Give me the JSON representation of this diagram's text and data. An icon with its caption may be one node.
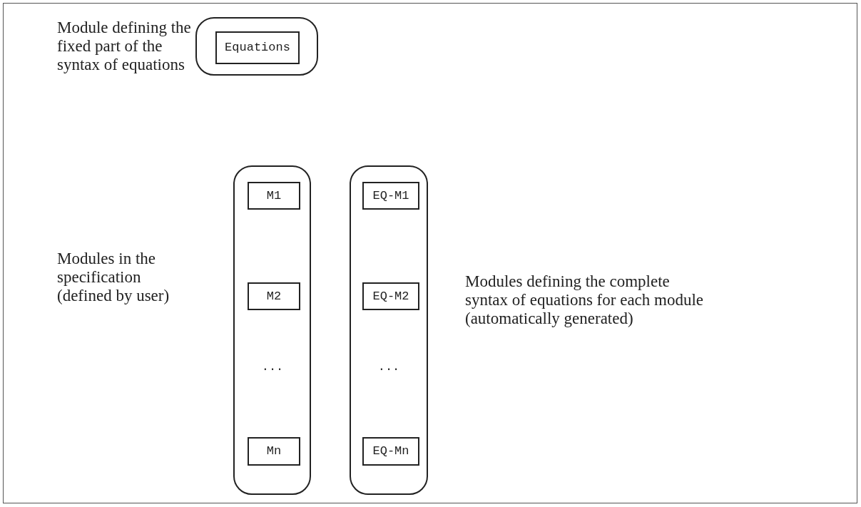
{
  "diagram": {
    "nodes": [
      {
        "text": [],
        "shape": "box"
      },
      {
        "text": [
          "Equations"
        ],
        "in": 0
      },
      {
        "text": [],
        "shape": "box"
      },
      {
        "text": [
          "M1"
        ],
        "in": 2
      },
      {
        "text": [
          "M2"
        ],
        "in": 2
      },
      {
        "text": [
          "Mn"
        ],
        "in": 2
      },
      {
        "text": [],
        "shape": "box"
      },
      {
        "text": [
          "EQ-M1"
        ],
        "in": 6
      },
      {
        "text": [
          "EQ-M2"
        ],
        "in": 6
      },
      {
        "text": [
          "EQ-Mn"
        ],
        "in": 6
      }
    ],
    "edges": [],
    "labels": [
      "Module defining the fixed part of the syntax of equations",
      "Modules in the specification (defined by user)",
      "Modules defining the complete syntax of equations for each module (automatically generated)",
      "...",
      "..."
    ]
  }
}
